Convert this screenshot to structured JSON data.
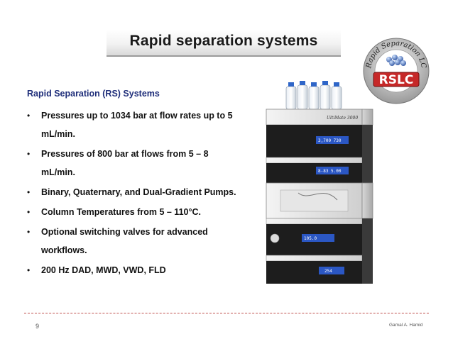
{
  "slide": {
    "title": "Rapid separation systems",
    "subheading": "Rapid Separation (RS) Systems",
    "bullet_char": "•",
    "bullets": [
      {
        "text": "Pressures up to 1034 bar at flow rates  up to 5 mL/min."
      },
      {
        "text": "Pressures of 800 bar at flows from 5 – 8 mL/min."
      },
      {
        "text": "Binary, Quaternary, and Dual-Gradient Pumps."
      },
      {
        "text": "Column Temperatures from 5 – 110°C."
      },
      {
        "text": "Optional switching valves for advanced workflows."
      },
      {
        "text": "200 Hz DAD, MWD, VWD, FLD"
      }
    ]
  },
  "logo": {
    "ring_text": "Rapid Separation LC",
    "badge_text": "RSLC",
    "badge_color": "#c62828"
  },
  "instrument": {
    "brand": "UltiMate 3000",
    "display1": "3,700  730",
    "display2": "8-83  5.00",
    "display3": "105.0",
    "display4": "254"
  },
  "footer": {
    "page_number": "9",
    "author": "Gamal A. Hamid",
    "line_color": "#c0504d"
  }
}
